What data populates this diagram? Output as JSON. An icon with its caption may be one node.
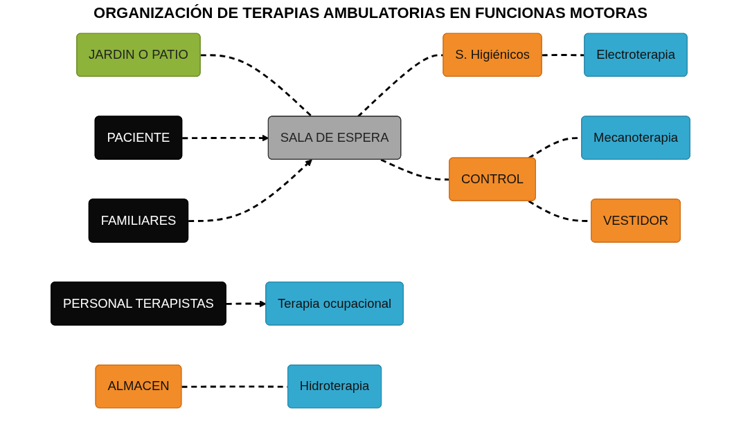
{
  "diagram": {
    "title": "ORGANIZACIÓN DE TERAPIAS AMBULATORIAS EN FUNCIONAS MOTORAS",
    "nodes": [
      {
        "text": [
          "JARDIN O PATIO"
        ]
      },
      {
        "text": [
          "PACIENTE"
        ]
      },
      {
        "text": [
          "FAMILIARES"
        ]
      },
      {
        "text": [
          "SALA DE ESPERA"
        ]
      },
      {
        "text": [
          "Terapia ocupacional"
        ]
      },
      {
        "text": [
          "ALMACEN"
        ]
      },
      {
        "text": [
          "Hidroterapia"
        ]
      },
      {
        "text": [
          "CONTROL"
        ]
      },
      {
        "text": [
          "Mecanoterapia"
        ]
      },
      {
        "text": [
          "S. Higiénicos"
        ]
      },
      {
        "text": [
          "Electroterapia"
        ]
      },
      {
        "text": [
          "VESTIDOR"
        ]
      },
      {
        "text": [
          "PERSONAL TERAPISTAS"
        ]
      }
    ],
    "edges": [
      {
        "from": 0,
        "to": 3,
        "arrow": "none",
        "style": "dashed"
      },
      {
        "from": 1,
        "to": 3,
        "arrow": "to",
        "style": "dashed"
      },
      {
        "from": 2,
        "to": 3,
        "arrow": "to",
        "style": "dashed"
      },
      {
        "from": 3,
        "to": 9,
        "arrow": "none",
        "style": "dashed"
      },
      {
        "from": 3,
        "to": 7,
        "arrow": "none",
        "style": "dashed"
      },
      {
        "from": 5,
        "to": 6,
        "arrow": "none",
        "style": "dashed"
      },
      {
        "from": 7,
        "to": 8,
        "arrow": "none",
        "style": "dashed"
      },
      {
        "from": 7,
        "to": 11,
        "arrow": "none",
        "style": "dashed"
      },
      {
        "from": 9,
        "to": 10,
        "arrow": "none",
        "style": "dashed"
      },
      {
        "from": 12,
        "to": 4,
        "arrow": "to",
        "style": "dashed"
      }
    ]
  }
}
